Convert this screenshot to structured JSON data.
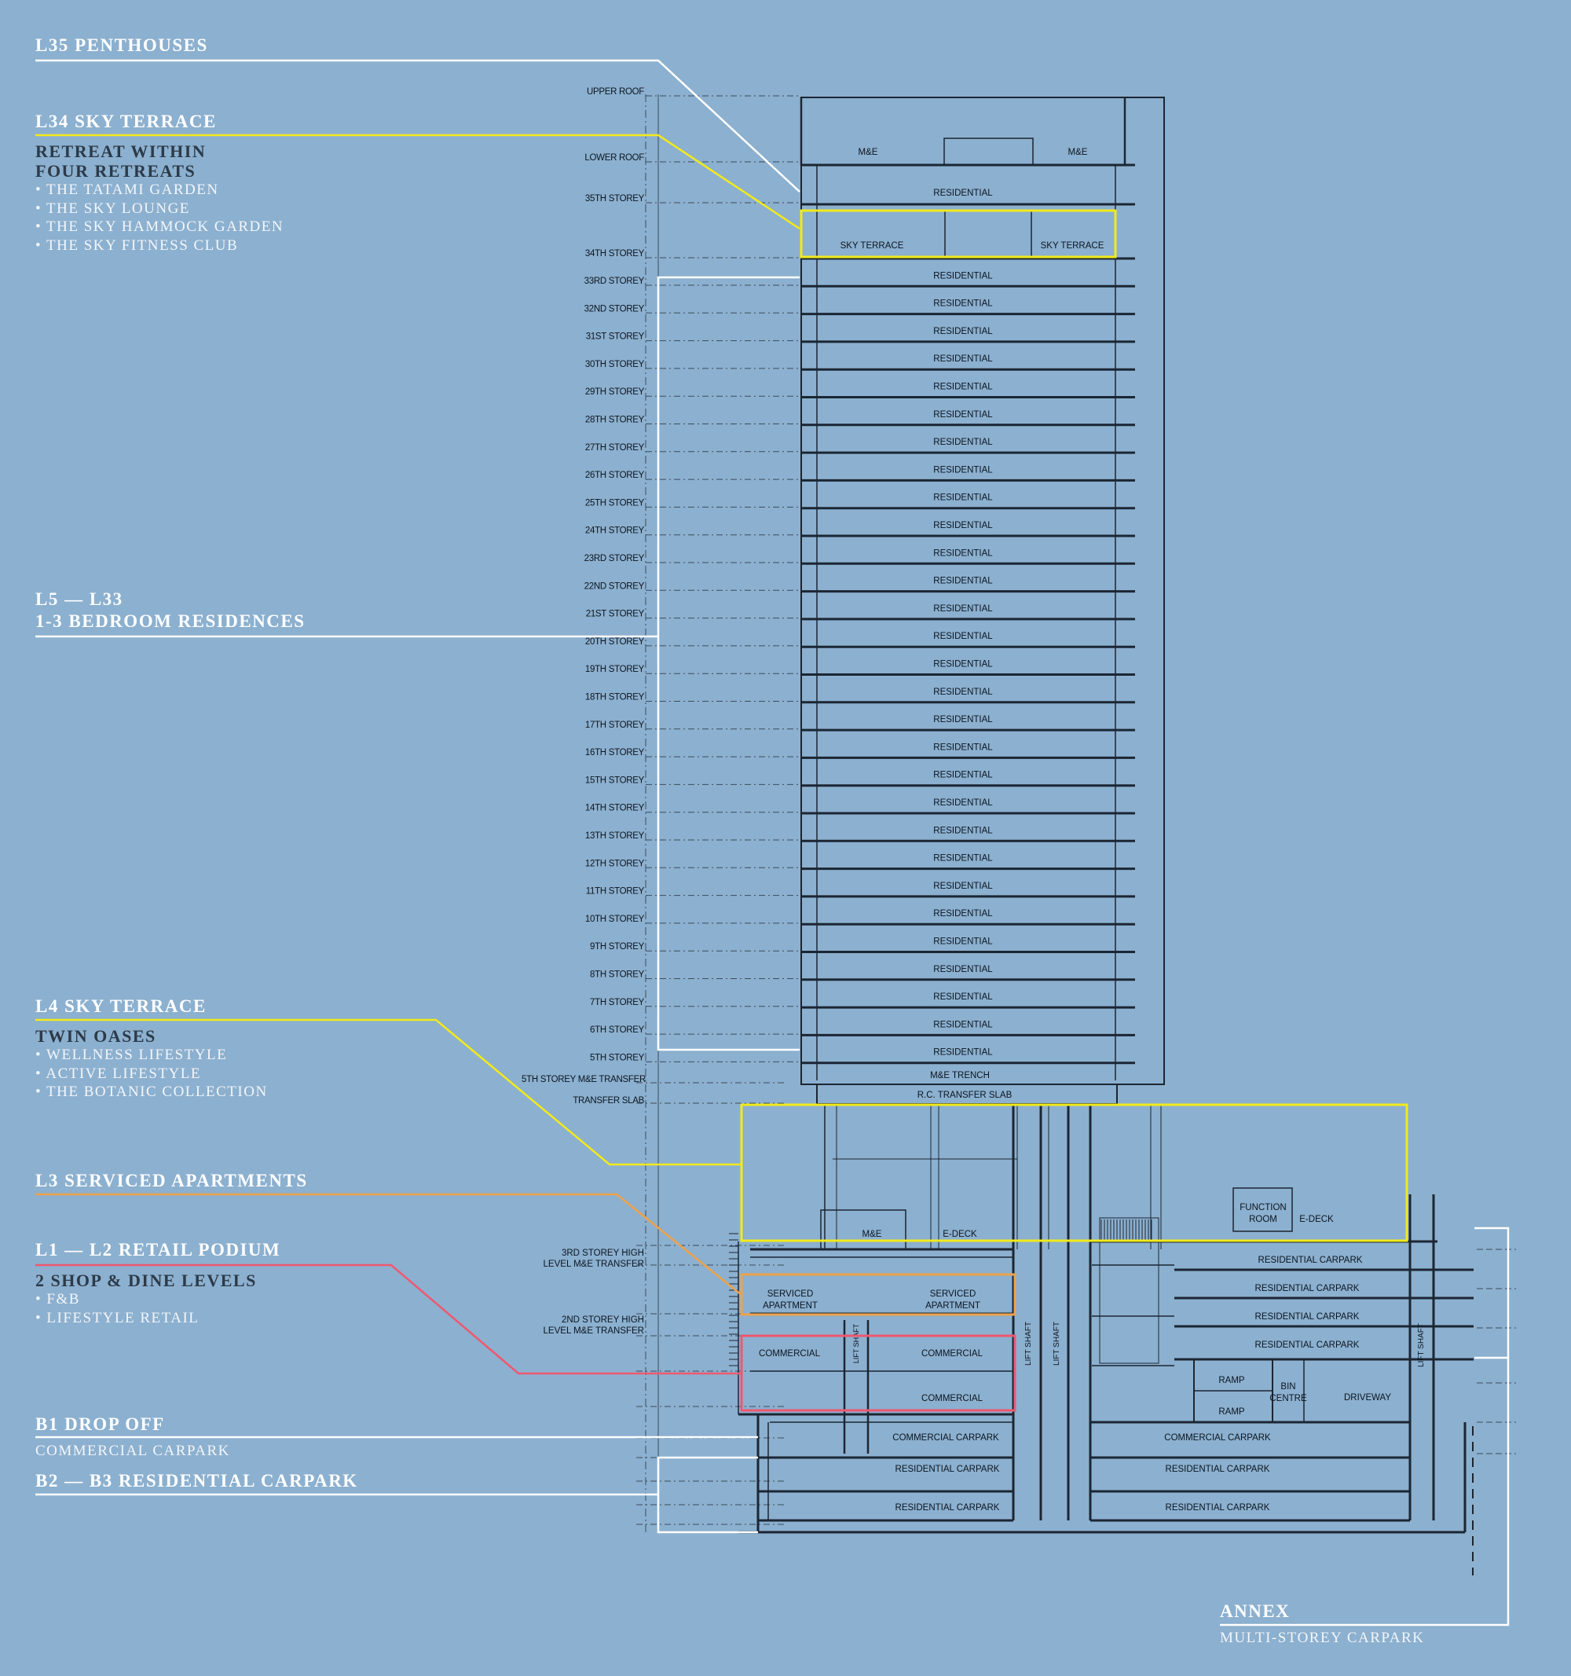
{
  "annotations": [
    {
      "id": "l35",
      "title_lines": [
        "L35 PENTHOUSES"
      ]
    },
    {
      "id": "l34",
      "title_lines": [
        "L34 SKY TERRACE"
      ],
      "subtitle_lines": [
        "RETREAT WITHIN",
        "FOUR RETREATS"
      ],
      "items": [
        "• THE TATAMI GARDEN",
        "• THE SKY LOUNGE",
        "• THE SKY HAMMOCK GARDEN",
        "• THE SKY FITNESS CLUB"
      ]
    },
    {
      "id": "l5_33",
      "title_lines": [
        "L5 — L33",
        "1-3 BEDROOM RESIDENCES"
      ]
    },
    {
      "id": "l4",
      "title_lines": [
        "L4 SKY TERRACE"
      ],
      "subtitle_lines": [
        "TWIN OASES"
      ],
      "items": [
        "• WELLNESS LIFESTYLE",
        "• ACTIVE LIFESTYLE",
        "• THE BOTANIC COLLECTION"
      ]
    },
    {
      "id": "l3",
      "title_lines": [
        "L3 SERVICED APARTMENTS"
      ]
    },
    {
      "id": "l1_2",
      "title_lines": [
        "L1 — L2 RETAIL PODIUM"
      ],
      "subtitle_lines": [
        "2 SHOP & DINE LEVELS"
      ],
      "items": [
        "• F&B",
        "• LIFESTYLE RETAIL"
      ]
    },
    {
      "id": "b1",
      "title_lines": [
        "B1 DROP OFF"
      ],
      "text_lines": [
        "COMMERCIAL CARPARK"
      ]
    },
    {
      "id": "b2_3",
      "title_lines": [
        "B2 — B3 RESIDENTIAL CARPARK"
      ]
    },
    {
      "id": "annex",
      "title_lines": [
        "ANNEX"
      ],
      "text_lines": [
        "MULTI-STOREY CARPARK"
      ]
    }
  ],
  "colors": {
    "background": "#8cb0cf",
    "white": "#ffffff",
    "sky_terrace": "#f2ea1a",
    "serviced": "#eea24a",
    "retail": "#ef5870",
    "line": "#1b2633"
  },
  "section": {
    "top_labels": [
      "UPPER ROOF",
      "LOWER ROOF",
      "35TH STOREY",
      "34TH STOREY"
    ],
    "typical_floor_labels": [
      "33RD STOREY",
      "32ND STOREY",
      "31ST STOREY",
      "30TH STOREY",
      "29TH STOREY",
      "28TH STOREY",
      "27TH STOREY",
      "26TH STOREY",
      "25TH STOREY",
      "24TH STOREY",
      "23RD STOREY",
      "22ND STOREY",
      "21ST STOREY",
      "20TH STOREY",
      "19TH STOREY",
      "18TH STOREY",
      "17TH STOREY",
      "16TH STOREY",
      "15TH STOREY",
      "14TH STOREY",
      "13TH STOREY",
      "12TH STOREY",
      "11TH STOREY",
      "10TH STOREY",
      "9TH STOREY",
      "8TH STOREY",
      "7TH STOREY",
      "6TH STOREY",
      "5TH STOREY"
    ],
    "bottom_labels": [
      "5TH STOREY M&E TRANSFER",
      "TRANSFER SLAB"
    ],
    "m3_label": [
      "3RD STOREY HIGH",
      "LEVEL M&E TRANSFER"
    ],
    "m2_label": [
      "2ND STOREY HIGH",
      "LEVEL M&E TRANSFER"
    ],
    "room_residential": "RESIDENTIAL",
    "room_me": "M&E",
    "room_sky_terrace": "SKY TERRACE",
    "room_me_trench": "M&E TRENCH",
    "room_transfer_slab": "R.C. TRANSFER SLAB",
    "podium": {
      "me": "M&E",
      "edeck": "E-DECK",
      "function_room": [
        "FUNCTION",
        "ROOM"
      ],
      "serviced": [
        "SERVICED",
        "APARTMENT"
      ],
      "commercial": "COMMERCIAL",
      "lift_shaft": "LIFT SHAFT",
      "ramp": "RAMP",
      "bin_centre": [
        "BIN",
        "CENTRE"
      ],
      "driveway": "DRIVEWAY",
      "residential_carpark": "RESIDENTIAL CARPARK",
      "commercial_carpark": "COMMERCIAL CARPARK"
    }
  }
}
